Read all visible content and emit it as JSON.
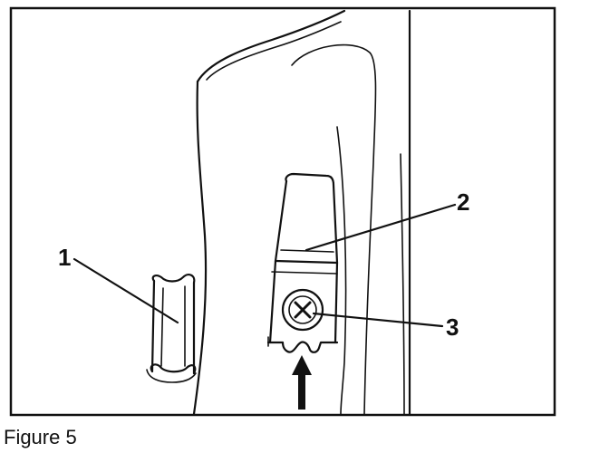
{
  "caption": "Figure 5",
  "callouts": [
    {
      "id": "1",
      "label": "1"
    },
    {
      "id": "2",
      "label": "2"
    },
    {
      "id": "3",
      "label": "3"
    }
  ]
}
